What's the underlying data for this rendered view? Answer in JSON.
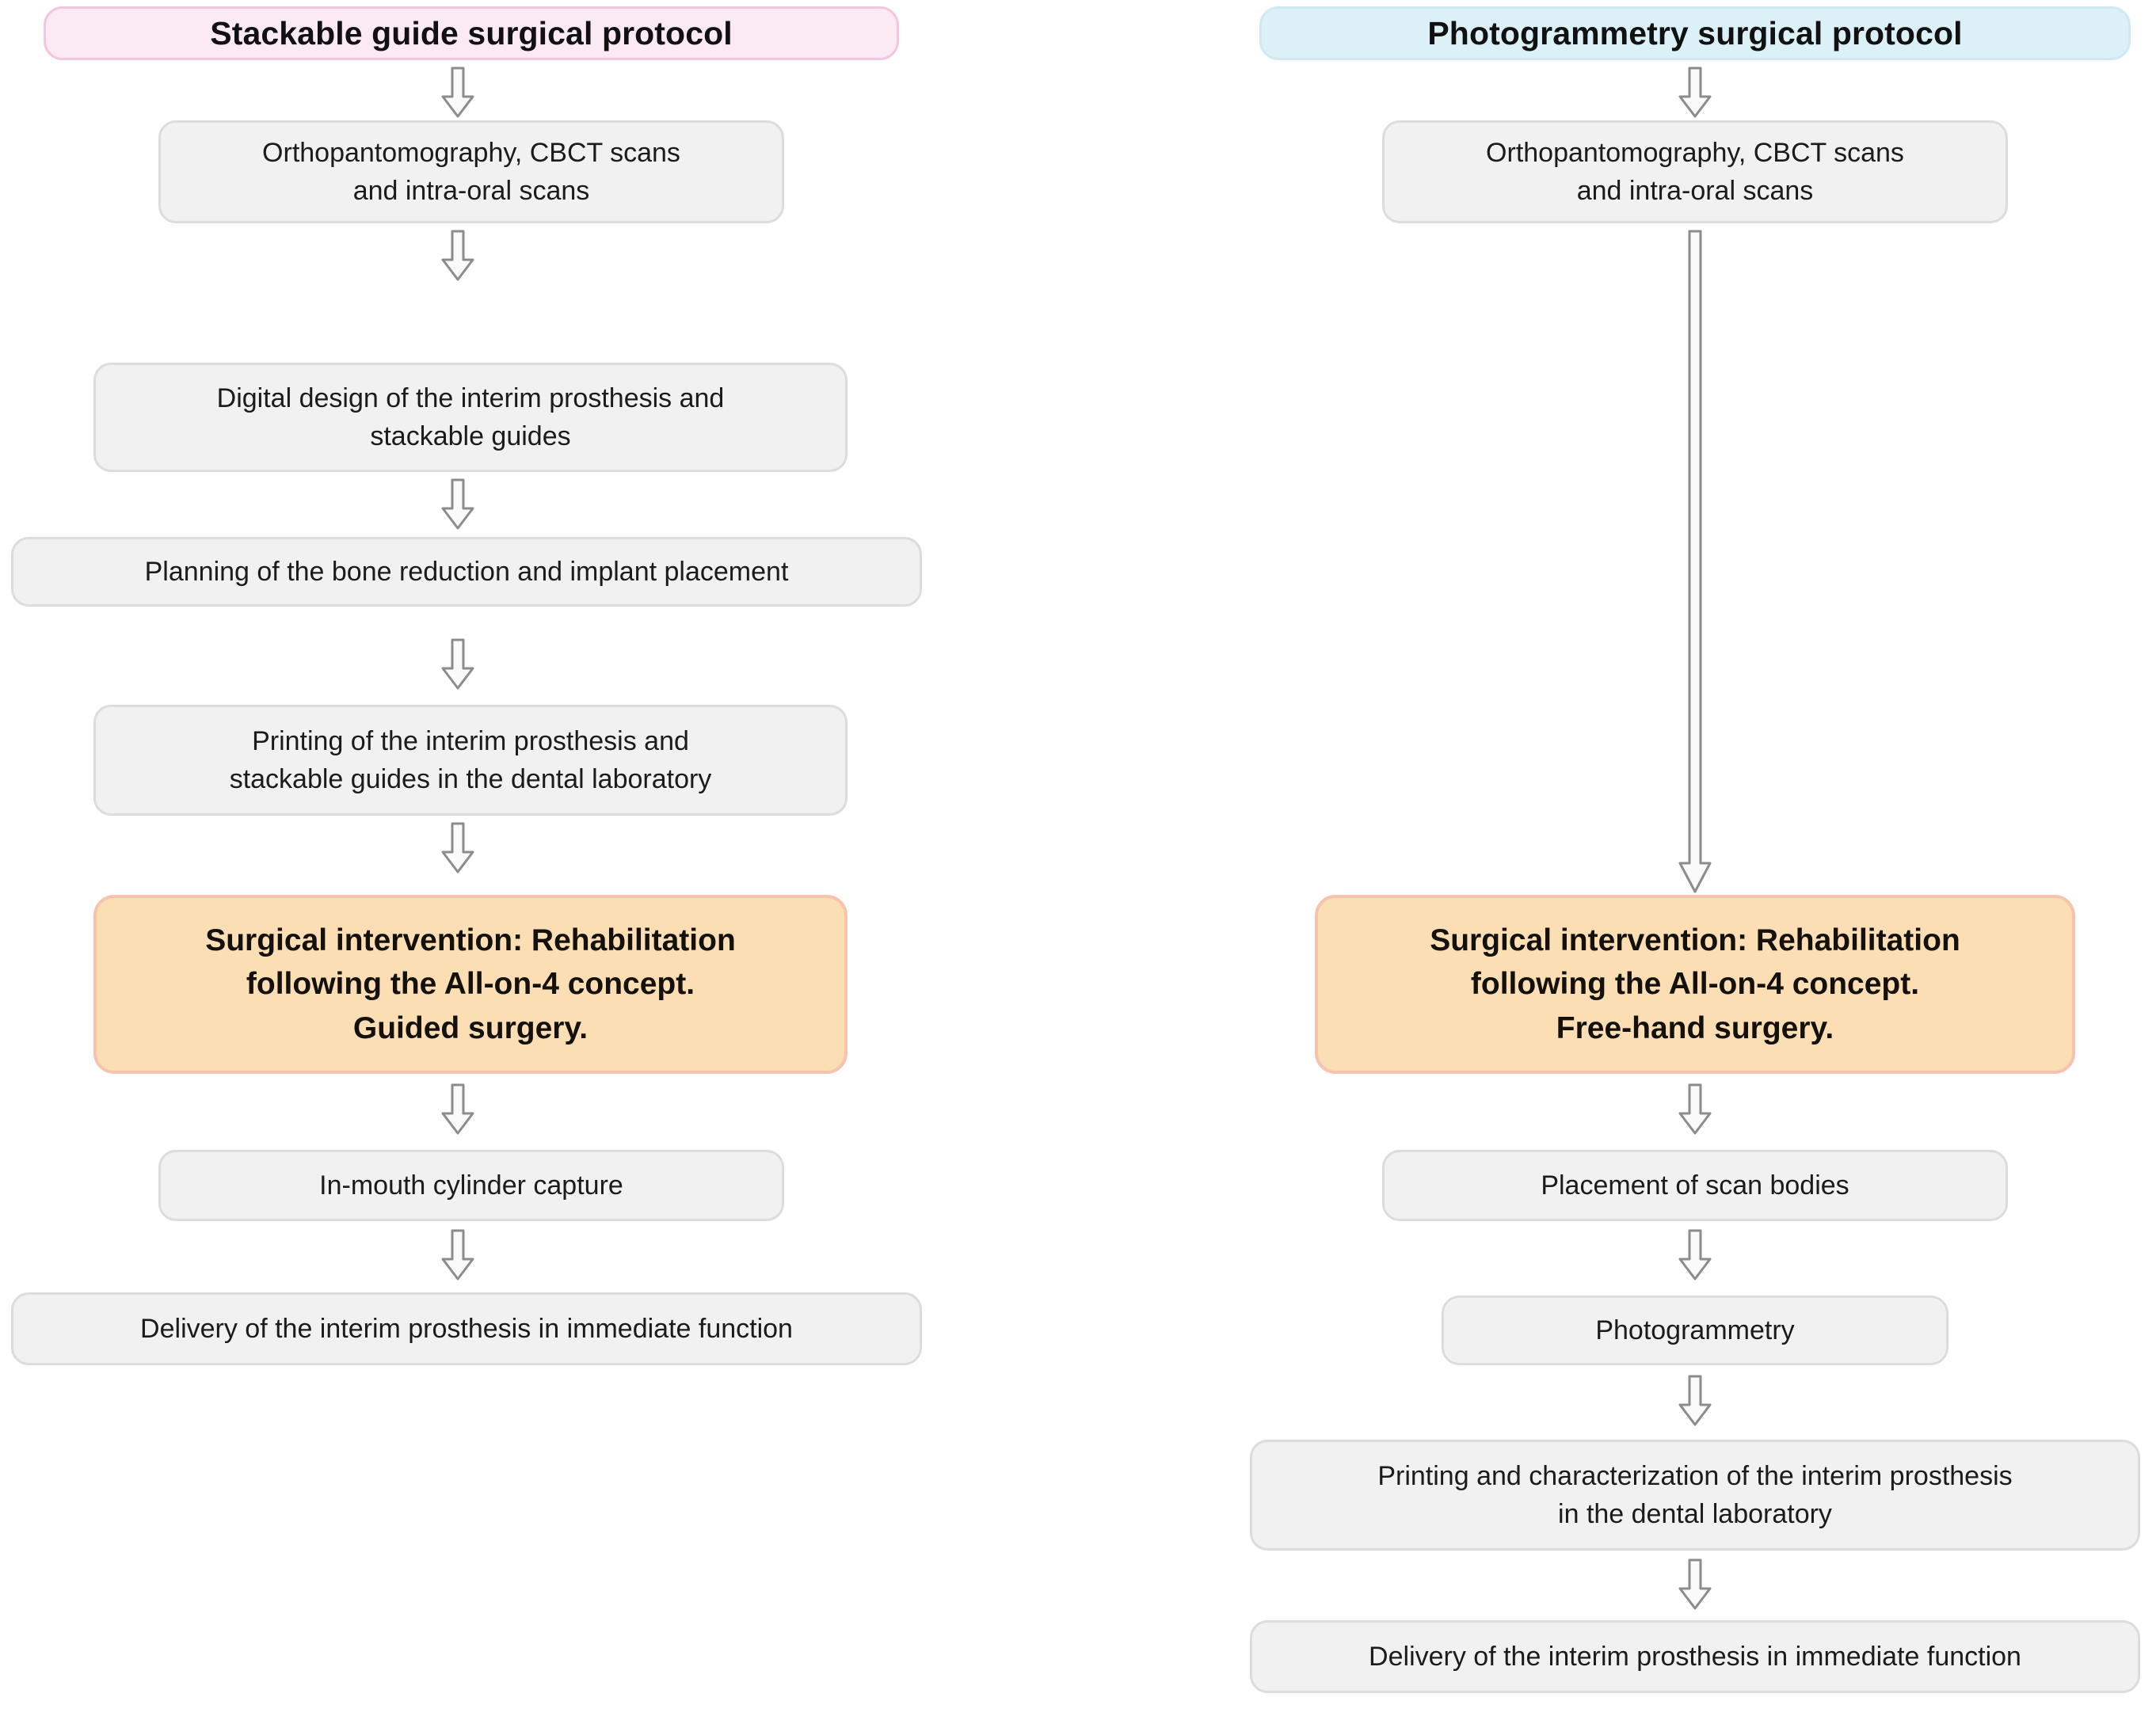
{
  "diagram": {
    "title_left": "Stackable guide surgical protocol",
    "title_right": "Photogrammetry surgical protocol",
    "colors": {
      "left_header_bg": "#fbeaf4",
      "left_header_border": "#f3c6e0",
      "right_header_bg": "#dcf0f8",
      "right_header_border": "#cfe8f2",
      "step_bg": "#f1f1f1",
      "step_border": "#dcdcdc",
      "highlight_bg": "#fcdeb5",
      "highlight_border": "#f8c3ae",
      "arrow": "#8c8c8c",
      "text": "#111111"
    },
    "arrow_icon": "down-block-arrow-icon"
  },
  "left": {
    "header": "Stackable guide surgical protocol",
    "steps": [
      "Orthopantomography, CBCT scans\nand intra-oral scans",
      "Digital design of the interim prosthesis and\nstackable guides",
      "Planning of the bone reduction and implant placement",
      "Printing of the interim prosthesis and\nstackable guides in the dental laboratory",
      "Surgical intervention: Rehabilitation\nfollowing the All-on-4 concept.\nGuided surgery.",
      "In-mouth cylinder capture",
      "Delivery of the interim prosthesis in immediate function"
    ],
    "highlight_index": 4
  },
  "right": {
    "header": "Photogrammetry surgical protocol",
    "steps": [
      "Orthopantomography, CBCT scans\nand intra-oral scans",
      "Surgical intervention: Rehabilitation\nfollowing the All-on-4 concept.\nFree-hand surgery.",
      "Placement of scan bodies",
      "Photogrammetry",
      "Printing and characterization of the interim prosthesis\nin the dental laboratory",
      "Delivery of the interim prosthesis in immediate function"
    ],
    "highlight_index": 1
  }
}
